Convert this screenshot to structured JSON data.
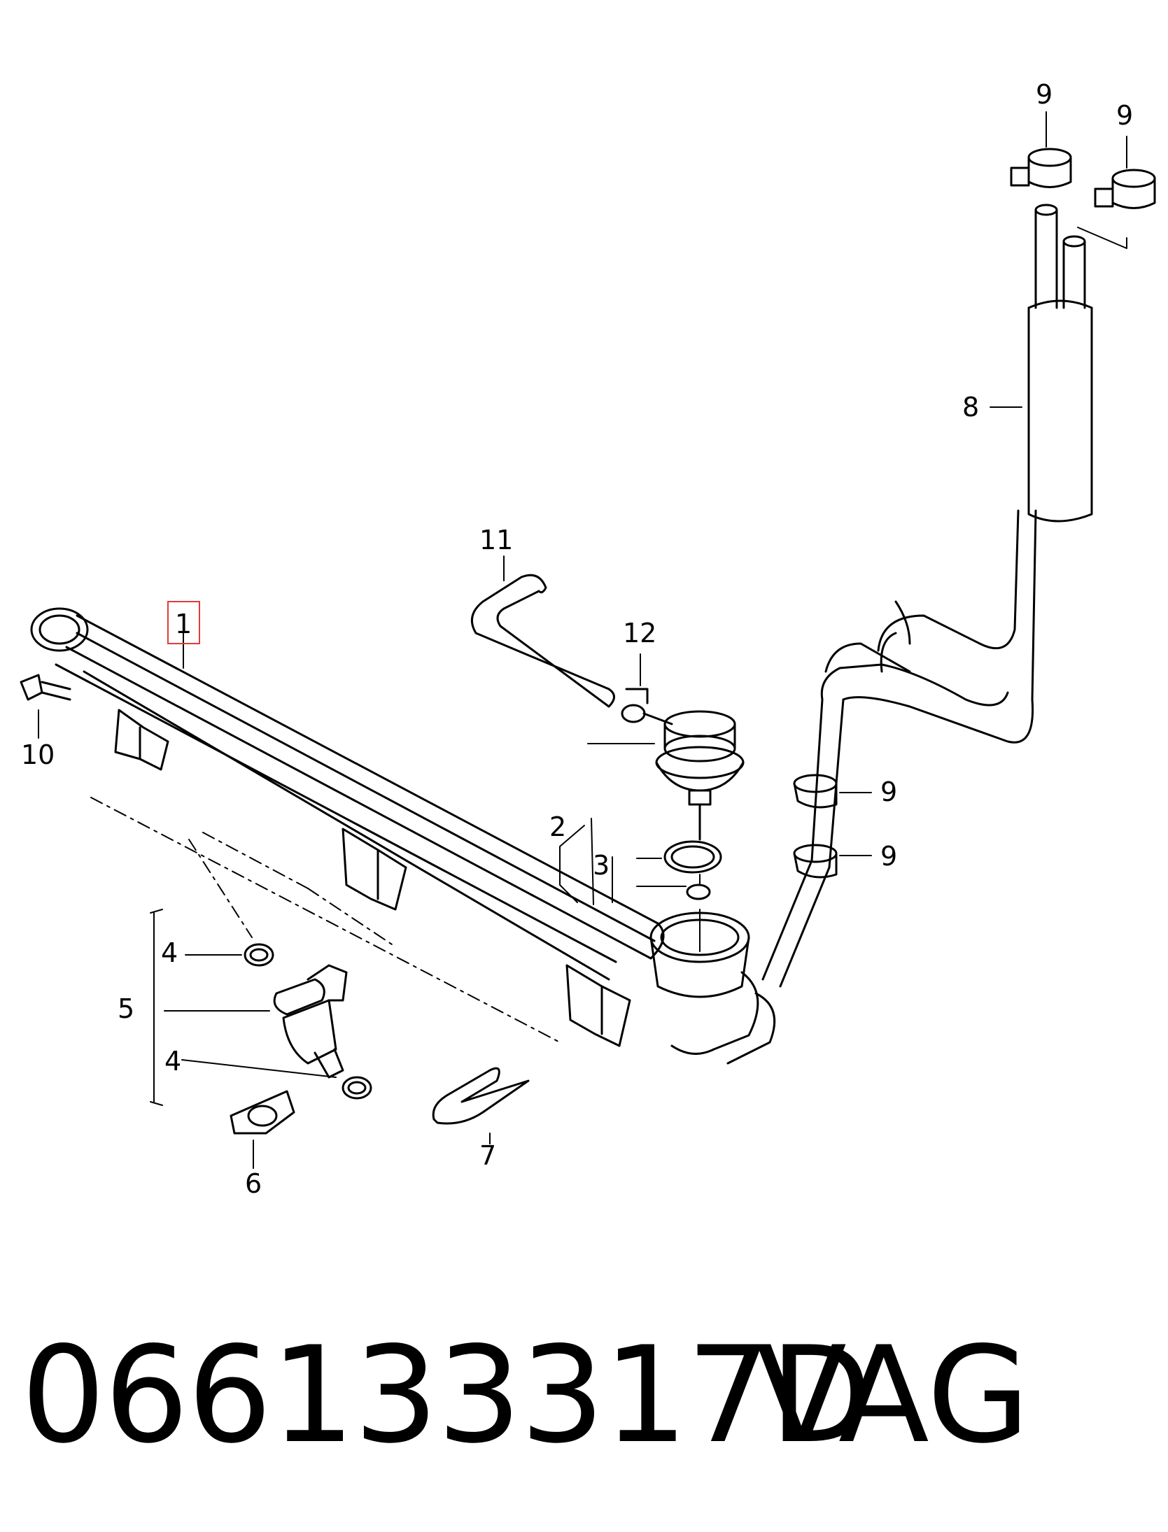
{
  "callouts": {
    "c1": "1",
    "c2": "2",
    "c3": "3",
    "c4a": "4",
    "c4b": "4",
    "c5": "5",
    "c6": "6",
    "c7": "7",
    "c8": "8",
    "c9a": "9",
    "c9b": "9",
    "c9c": "9",
    "c9d": "9",
    "c10": "10",
    "c11": "11",
    "c12": "12"
  },
  "highlight_callout": "1",
  "highlight_color": "#e03c3c",
  "caption": {
    "part_number": "066133317D",
    "brand": "VAG"
  }
}
